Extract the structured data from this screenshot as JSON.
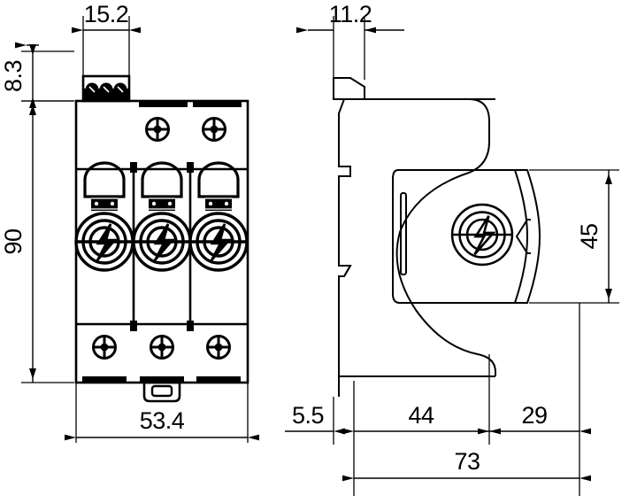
{
  "document": {
    "type": "technical-drawing",
    "title": "Surge protection device — dimensioned drawing",
    "views": [
      "front-view",
      "side-view"
    ],
    "units": "mm",
    "line_color": "#000000",
    "background_color": "#ffffff"
  },
  "front_view": {
    "name": "front-view",
    "poles": 3,
    "symbol": "surge-arrester-icon",
    "terminal_screws_top": 2,
    "terminal_screws_bottom": 3,
    "top_connector_pins": 3,
    "din_clip": "bottom-center-latch"
  },
  "side_view": {
    "name": "side-view",
    "symbol": "surge-arrester-icon",
    "din_rail_profile": "top-hat-rail-clip"
  },
  "dimensions": {
    "front_width_overall": "53.4",
    "front_height_overall": "90",
    "front_top_offset": "8.3",
    "front_top_connector_width": "15.2",
    "side_top_width": "11.2",
    "side_clip_depth": "5.5",
    "side_body_depth": "44",
    "side_front_depth": "29",
    "side_total_depth": "73",
    "side_body_height": "45"
  },
  "labels": {
    "d_15_2": "15.2",
    "d_8_3": "8.3",
    "d_90": "90",
    "d_53_4": "53.4",
    "d_11_2": "11.2",
    "d_5_5": "5.5",
    "d_44": "44",
    "d_29": "29",
    "d_73": "73",
    "d_45": "45"
  }
}
